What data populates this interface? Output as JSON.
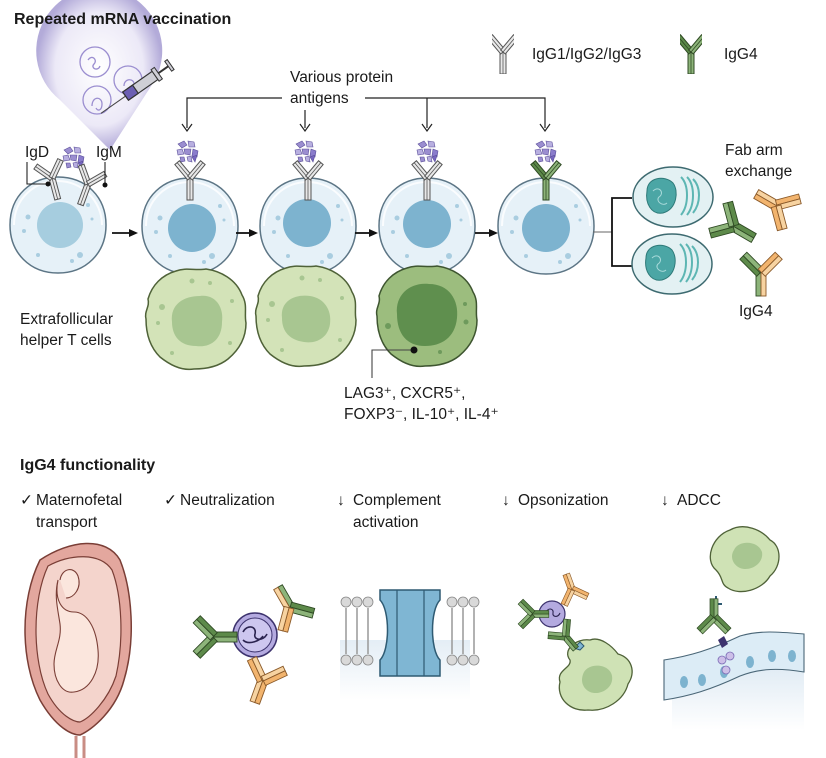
{
  "title_top": "Repeated mRNA vaccination",
  "legend": {
    "items": [
      {
        "label": "IgG1/IgG2/IgG3",
        "color": "#b9b9b9"
      },
      {
        "label": "IgG4",
        "color": "#5d8a4a"
      }
    ]
  },
  "antigen_label": [
    "Various protein",
    "antigens"
  ],
  "naive_labels": {
    "igd": "IgD",
    "igm": "IgM"
  },
  "fab_arm": [
    "Fab arm",
    "exchange"
  ],
  "igg4_label": "IgG4",
  "tfh_label": [
    "Extrafollicular",
    "helper T cells"
  ],
  "tfh_markers": [
    "LAG3⁺, CXCR5⁺,",
    "FOXP3⁻, IL-10⁺, IL-4⁺"
  ],
  "title_bottom": "IgG4 functionality",
  "functions": [
    {
      "symbol": "✓",
      "lines": [
        "Maternofetal",
        "transport"
      ]
    },
    {
      "symbol": "✓",
      "lines": [
        "Neutralization"
      ]
    },
    {
      "symbol": "↓",
      "lines": [
        "Complement",
        "activation"
      ]
    },
    {
      "symbol": "↓",
      "lines": [
        "Opsonization"
      ]
    },
    {
      "symbol": "↓",
      "lines": [
        "ADCC"
      ]
    }
  ],
  "colors": {
    "bcell_fill": "#e6f1f8",
    "bcell_nucleus": "#7db3cf",
    "tcell_fill": "#cfe0b2",
    "tcell_nucleus": "#a8c691",
    "tcell_active": "#5f8f4e",
    "antigen": "#9b8ed0",
    "igg4_green": "#5d8a4a",
    "igg4_orange": "#f2b46e",
    "plasma": "#a9d8d8"
  }
}
